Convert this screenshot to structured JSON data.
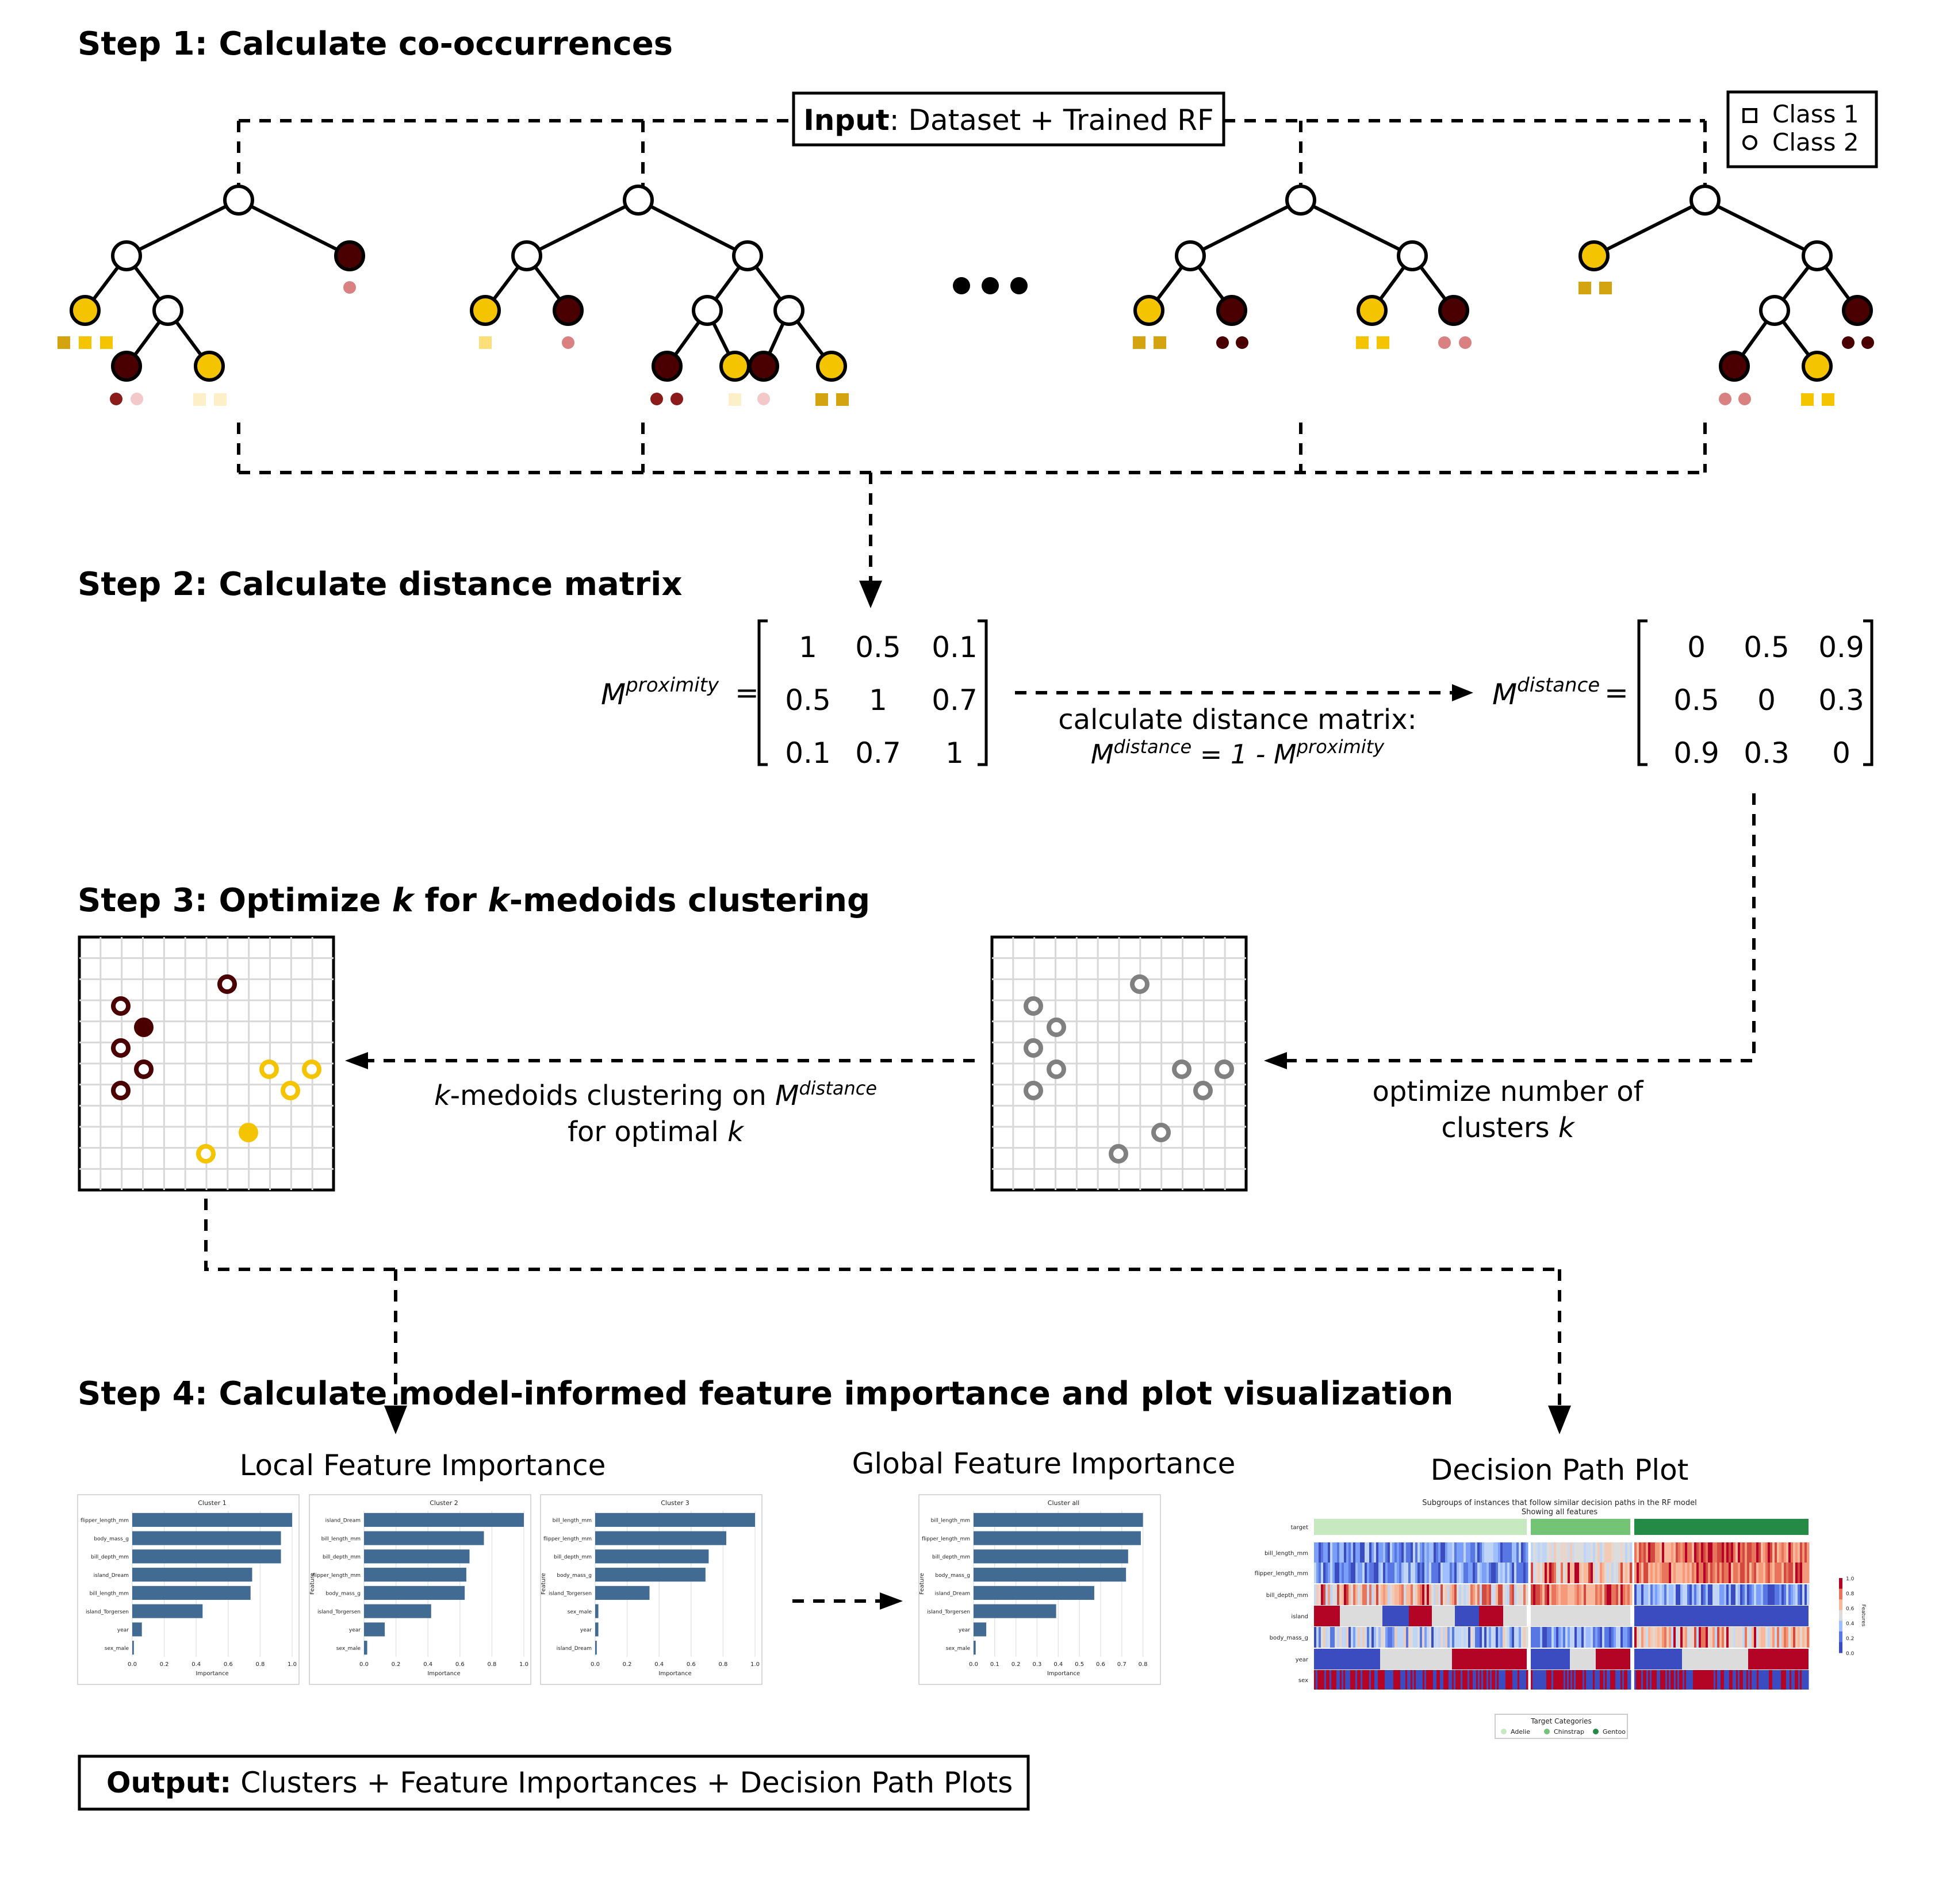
{
  "steps": {
    "s1": "Step 1: Calculate co-occurrences",
    "s2": "Step 2: Calculate distance matrix",
    "s3a": "Step 3: Optimize ",
    "s3k1": "k",
    "s3b": " for ",
    "s3k2": "k",
    "s3c": "-medoids clustering",
    "s4": "Step 4: Calculate model-informed feature importance and plot visualization"
  },
  "input": {
    "bold": "Input",
    "text": ": Dataset + Trained RF"
  },
  "legend": {
    "class1": "Class 1",
    "class2": "Class 2"
  },
  "colors": {
    "dark": "#4a0000",
    "maroon": "#8b1a1a",
    "rose": "#d98080",
    "pink": "#f2c8c8",
    "gold": "#f5c400",
    "mustard": "#d4a410",
    "lightgold": "#fbe07a",
    "cream": "#fdf0c8",
    "bar": "#416b93",
    "grey": "#808080"
  },
  "matrix": {
    "prox_label": "M",
    "prox_sup": "proximity",
    "prox_values": [
      [
        "1",
        "0.5",
        "0.1"
      ],
      [
        "0.5",
        "1",
        "0.7"
      ],
      [
        "0.1",
        "0.7",
        "1"
      ]
    ],
    "dist_label": "M",
    "dist_sup": "distance",
    "dist_values": [
      [
        "0",
        "0.5",
        "0.9"
      ],
      [
        "0.5",
        "0",
        "0.3"
      ],
      [
        "0.9",
        "0.3",
        "0"
      ]
    ],
    "eq": "=",
    "caption1": "calculate distance matrix:",
    "caption2_m1": "M",
    "caption2_s1": "distance",
    "caption2_mid": " = 1 - ",
    "caption2_m2": "M",
    "caption2_s2": "proximity"
  },
  "step3": {
    "kmed_k": "k",
    "kmed_text": "-medoids clustering on ",
    "kmed_m": "M",
    "kmed_sup": "distance",
    "kmed_line2a": "for optimal ",
    "kmed_line2k": "k",
    "opt_line1": "optimize number of",
    "opt_line2a": "clusters ",
    "opt_line2k": "k"
  },
  "step4": {
    "local_title": "Local Feature Importance",
    "global_title": "Global Feature Importance",
    "dpp_title": "Decision Path Plot"
  },
  "charts": [
    {
      "type": "bar",
      "title": "Cluster 1",
      "categories": [
        "flipper_length_mm",
        "body_mass_g",
        "bill_depth_mm",
        "island_Dream",
        "bill_length_mm",
        "island_Torgersen",
        "year",
        "sex_male"
      ],
      "values": [
        1.0,
        0.93,
        0.93,
        0.75,
        0.74,
        0.44,
        0.06,
        0.01
      ],
      "xticks": [
        "0.0",
        "0.2",
        "0.4",
        "0.6",
        "0.8",
        "1.0"
      ],
      "xmax": 1.0,
      "xlabel": "Importance",
      "ylabel": ""
    },
    {
      "type": "bar",
      "title": "Cluster 2",
      "categories": [
        "island_Dream",
        "bill_length_mm",
        "bill_depth_mm",
        "flipper_length_mm",
        "body_mass_g",
        "island_Torgersen",
        "year",
        "sex_male"
      ],
      "values": [
        1.0,
        0.75,
        0.66,
        0.64,
        0.63,
        0.42,
        0.13,
        0.02
      ],
      "xticks": [
        "0.0",
        "0.2",
        "0.4",
        "0.6",
        "0.8",
        "1.0"
      ],
      "xmax": 1.0,
      "xlabel": "Importance",
      "ylabel": "Feature"
    },
    {
      "type": "bar",
      "title": "Cluster 3",
      "categories": [
        "bill_length_mm",
        "flipper_length_mm",
        "bill_depth_mm",
        "body_mass_g",
        "island_Torgersen",
        "sex_male",
        "year",
        "island_Dream"
      ],
      "values": [
        1.0,
        0.82,
        0.71,
        0.69,
        0.34,
        0.02,
        0.02,
        0.01
      ],
      "xticks": [
        "0.0",
        "0.2",
        "0.4",
        "0.6",
        "0.8",
        "1.0"
      ],
      "xmax": 1.0,
      "xlabel": "Importance",
      "ylabel": "Feature"
    },
    {
      "type": "bar",
      "title": "Cluster all",
      "categories": [
        "bill_length_mm",
        "flipper_length_mm",
        "bill_depth_mm",
        "body_mass_g",
        "island_Dream",
        "island_Torgersen",
        "year",
        "sex_male"
      ],
      "values": [
        0.8,
        0.79,
        0.73,
        0.72,
        0.57,
        0.39,
        0.06,
        0.01
      ],
      "xticks": [
        "0.0",
        "0.1",
        "0.2",
        "0.3",
        "0.4",
        "0.5",
        "0.6",
        "0.7",
        "0.8"
      ],
      "xmax": 0.85,
      "xlabel": "Importance",
      "ylabel": "Feature"
    }
  ],
  "dpp": {
    "title1": "Subgroups of instances that follow similar decision paths in the RF model",
    "title2": "Showing all features",
    "rows": [
      "target",
      "bill_length_mm",
      "flipper_length_mm",
      "bill_depth_mm",
      "island",
      "body_mass_g",
      "year",
      "sex"
    ],
    "legend_title": "Target Categories",
    "legend_items": [
      "Adelie",
      "Chinstrap",
      "Gentoo"
    ],
    "cbar_ticks": [
      "1.0",
      "0.8",
      "0.6",
      "0.4",
      "0.2",
      "0.0"
    ],
    "cbar_label": "Features"
  },
  "output": {
    "bold": "Output:",
    "text": " Clusters + Feature Importances + Decision Path Plots"
  }
}
